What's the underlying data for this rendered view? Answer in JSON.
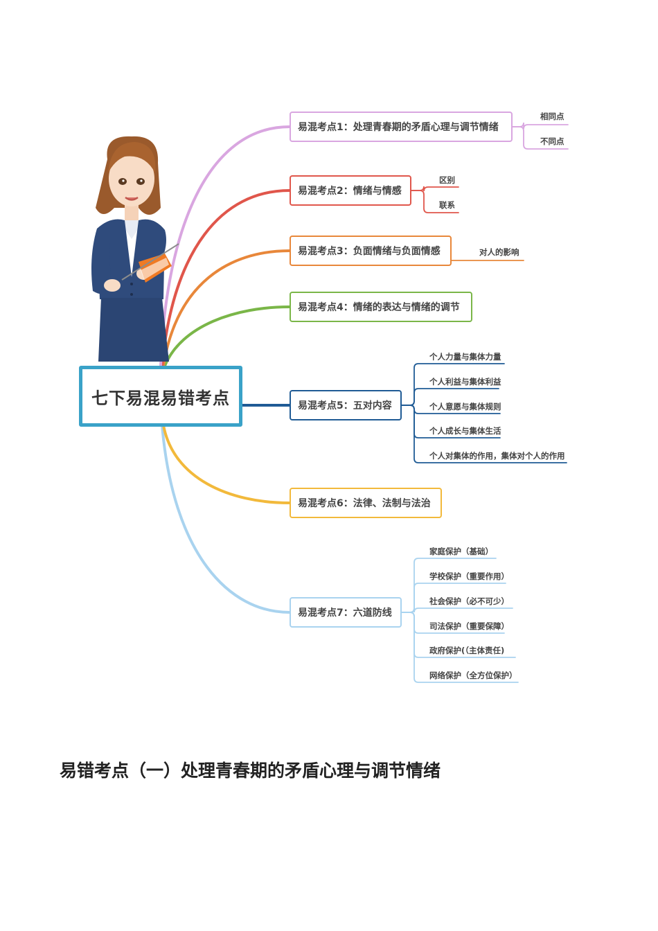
{
  "root": {
    "label": "七下易混易错考点"
  },
  "topics": [
    {
      "label": "易混考点1：处理青春期的矛盾心理与调节情绪",
      "color": "#d9a6e0",
      "children": [
        "相同点",
        "不同点"
      ]
    },
    {
      "label": "易混考点2：情绪与情感",
      "color": "#e0564b",
      "children": [
        "区别",
        "联系"
      ]
    },
    {
      "label": "易混考点3：负面情绪与负面情感",
      "color": "#e8873a",
      "children": [
        "对人的影响"
      ]
    },
    {
      "label": "易混考点4：情绪的表达与情绪的调节",
      "color": "#7ab648",
      "children": []
    },
    {
      "label": "易混考点5：五对内容",
      "color": "#1f5b95",
      "children": [
        "个人力量与集体力量",
        "个人利益与集体利益",
        "个人意愿与集体规则",
        "个人成长与集体生活",
        "个人对集体的作用，集体对个人的作用"
      ]
    },
    {
      "label": "易混考点6：法律、法制与法治",
      "color": "#f2b93b",
      "children": []
    },
    {
      "label": "易混考点7：六道防线",
      "color": "#a9d3ef",
      "children": [
        "家庭保护（基础）",
        "学校保护（重要作用）",
        "社会保护（必不可少）",
        "司法保护（重要保障）",
        "政府保护(（主体责任)",
        "网络保护（全方位保护）"
      ]
    }
  ],
  "root_color": "#3aa2c8",
  "heading": "易错考点（一）处理青春期的矛盾心理与调节情绪"
}
